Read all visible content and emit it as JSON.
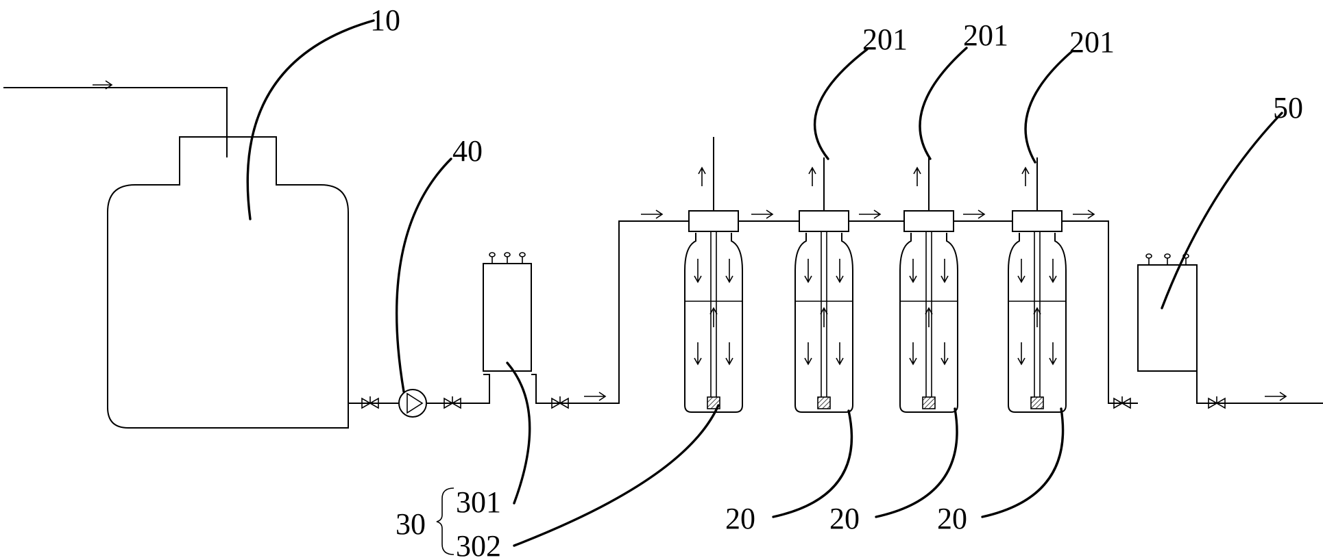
{
  "labels": {
    "tank": "10",
    "pump": "40",
    "group": "30",
    "filter": "301",
    "diffuser": "302",
    "reactor": "20",
    "gas_outlet": "201",
    "tail_unit": "50"
  }
}
